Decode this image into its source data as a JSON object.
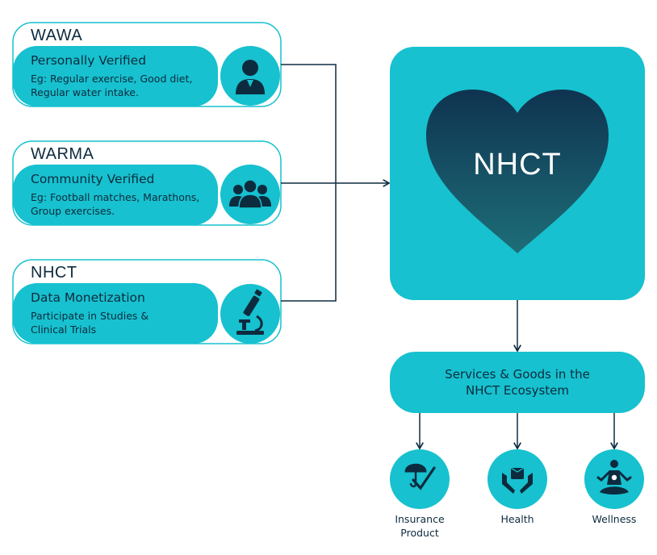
{
  "sources": [
    {
      "title": "WAWA",
      "subtitle": "Personally Verified",
      "desc_line1": "Eg: Regular exercise, Good diet,",
      "desc_line2": "Regular water intake.",
      "icon": "person-icon"
    },
    {
      "title": "WARMA",
      "subtitle": "Community Verified",
      "desc_line1": "Eg: Football matches, Marathons,",
      "desc_line2": "Group exercises.",
      "icon": "group-icon"
    },
    {
      "title": "NHCT",
      "subtitle": "Data Monetization",
      "desc_line1": "Participate in Studies &",
      "desc_line2": "Clinical Trials",
      "icon": "microscope-icon"
    }
  ],
  "center": {
    "label": "NHCT"
  },
  "services": {
    "line1": "Services & Goods in the",
    "line2": "NHCT Ecosystem"
  },
  "categories": [
    {
      "line1": "Insurance",
      "line2": "Product",
      "icon": "umbrella-check-icon"
    },
    {
      "line1": "Health",
      "line2": "",
      "icon": "hands-box-icon"
    },
    {
      "line1": "Wellness",
      "line2": "",
      "icon": "meditation-icon"
    }
  ],
  "colors": {
    "teal": "#17c1cf",
    "dark": "#0d2b3e",
    "heart_top": "#0f3350",
    "heart_bottom": "#1d6e78"
  }
}
